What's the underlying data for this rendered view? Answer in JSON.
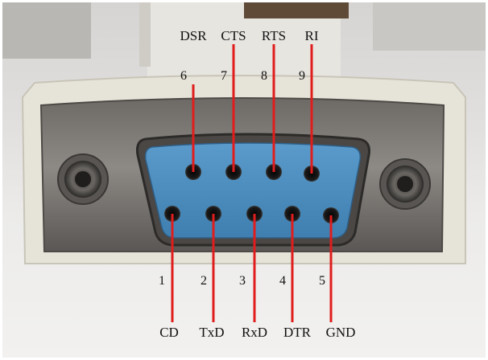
{
  "top_pins": [
    {
      "signal": "DSR",
      "number": "6",
      "color": "#e01d1d"
    },
    {
      "signal": "CTS",
      "number": "7",
      "color": "#e01d1d"
    },
    {
      "signal": "RTS",
      "number": "8",
      "color": "#e01d1d"
    },
    {
      "signal": "RI",
      "number": "9",
      "color": "#e01d1d"
    }
  ],
  "bottom_pins": [
    {
      "signal": "CD",
      "number": "1",
      "color": "#e01d1d"
    },
    {
      "signal": "TxD",
      "number": "2",
      "color": "#e01d1d"
    },
    {
      "signal": "RxD",
      "number": "3",
      "color": "#e01d1d"
    },
    {
      "signal": "DTR",
      "number": "4",
      "color": "#e01d1d"
    },
    {
      "signal": "GND",
      "number": "5",
      "color": "#e01d1d"
    }
  ],
  "colors": {
    "connector_face": "#4f8fc0",
    "metal_shell": "#7d7a76",
    "plastic_housing": "#e6e3d8",
    "pin_line": "#e01d1d"
  }
}
